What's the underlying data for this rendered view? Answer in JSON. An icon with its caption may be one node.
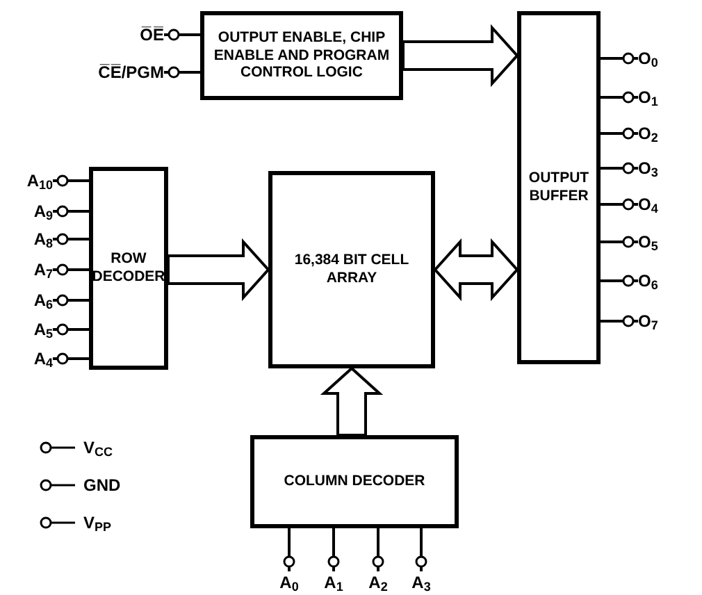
{
  "diagram": {
    "nodes": [
      {
        "text": [
          "O̅E̅"
        ]
      },
      {
        "text": [
          "C̅E̅/PGM"
        ]
      },
      {
        "text": [
          "OUTPUT ENABLE, CHIP ENABLE AND PROGRAM CONTROL LOGIC"
        ]
      },
      {
        "text": [
          "OUTPUT BUFFER"
        ]
      },
      {
        "text": [
          "O$_{0}$"
        ]
      },
      {
        "text": [
          "O$_{1}$"
        ]
      },
      {
        "text": [
          "O$_{2}$"
        ]
      },
      {
        "text": [
          "O$_{3}$"
        ]
      },
      {
        "text": [
          "O$_{4}$"
        ]
      },
      {
        "text": [
          "O$_{5}$"
        ]
      },
      {
        "text": [
          "O$_{6}$"
        ]
      },
      {
        "text": [
          "O$_{7}$"
        ]
      },
      {
        "text": [
          "A$_{10}$"
        ]
      },
      {
        "text": [
          "A$_{9}$"
        ]
      },
      {
        "text": [
          "A$_{8}$"
        ]
      },
      {
        "text": [
          "A$_{7}$"
        ]
      },
      {
        "text": [
          "A$_{6}$"
        ]
      },
      {
        "text": [
          "A$_{5}$"
        ]
      },
      {
        "text": [
          "A$_{4}$"
        ]
      },
      {
        "text": [
          "ROW DECODER"
        ]
      },
      {
        "text": [
          "16,384 BIT CELL ARRAY"
        ]
      },
      {
        "text": [
          "COLUMN DECODER"
        ]
      },
      {
        "text": [
          "A$_{0}$"
        ]
      },
      {
        "text": [
          "A$_{1}$"
        ]
      },
      {
        "text": [
          "A$_{2}$"
        ]
      },
      {
        "text": [
          "A$_{3}$"
        ]
      }
    ],
    "edges": [
      {
        "from": 0,
        "to": 2,
        "arrow": "other"
      },
      {
        "from": 1,
        "to": 2,
        "arrow": "other"
      },
      {
        "from": 2,
        "to": 3,
        "arrow": "to",
        "style": "thick"
      },
      {
        "from": 3,
        "to": 4,
        "arrow": "other"
      },
      {
        "from": 3,
        "to": 5,
        "arrow": "other"
      },
      {
        "from": 3,
        "to": 6,
        "arrow": "other"
      },
      {
        "from": 3,
        "to": 7,
        "arrow": "other"
      },
      {
        "from": 3,
        "to": 8,
        "arrow": "other"
      },
      {
        "from": 3,
        "to": 9,
        "arrow": "other"
      },
      {
        "from": 3,
        "to": 10,
        "arrow": "other"
      },
      {
        "from": 3,
        "to": 11,
        "arrow": "other"
      },
      {
        "from": 12,
        "to": 19,
        "arrow": "other"
      },
      {
        "from": 13,
        "to": 19,
        "arrow": "other"
      },
      {
        "from": 14,
        "to": 19,
        "arrow": "other"
      },
      {
        "from": 15,
        "to": 19,
        "arrow": "other"
      },
      {
        "from": 16,
        "to": 19,
        "arrow": "other"
      },
      {
        "from": 17,
        "to": 19,
        "arrow": "other"
      },
      {
        "from": 18,
        "to": 19,
        "arrow": "other"
      },
      {
        "from": 19,
        "to": 20,
        "arrow": "to",
        "style": "thick"
      },
      {
        "from": 20,
        "to": 3,
        "arrow": "both",
        "style": "thick"
      },
      {
        "from": 21,
        "to": 20,
        "arrow": "to",
        "style": "thick"
      },
      {
        "from": 22,
        "to": 21,
        "arrow": "other"
      },
      {
        "from": 23,
        "to": 21,
        "arrow": "other"
      },
      {
        "from": 24,
        "to": 21,
        "arrow": "other"
      },
      {
        "from": 25,
        "to": 21,
        "arrow": "other"
      }
    ],
    "labels": [
      "V$_{CC}$",
      "GND",
      "V$_{PP}$"
    ]
  }
}
